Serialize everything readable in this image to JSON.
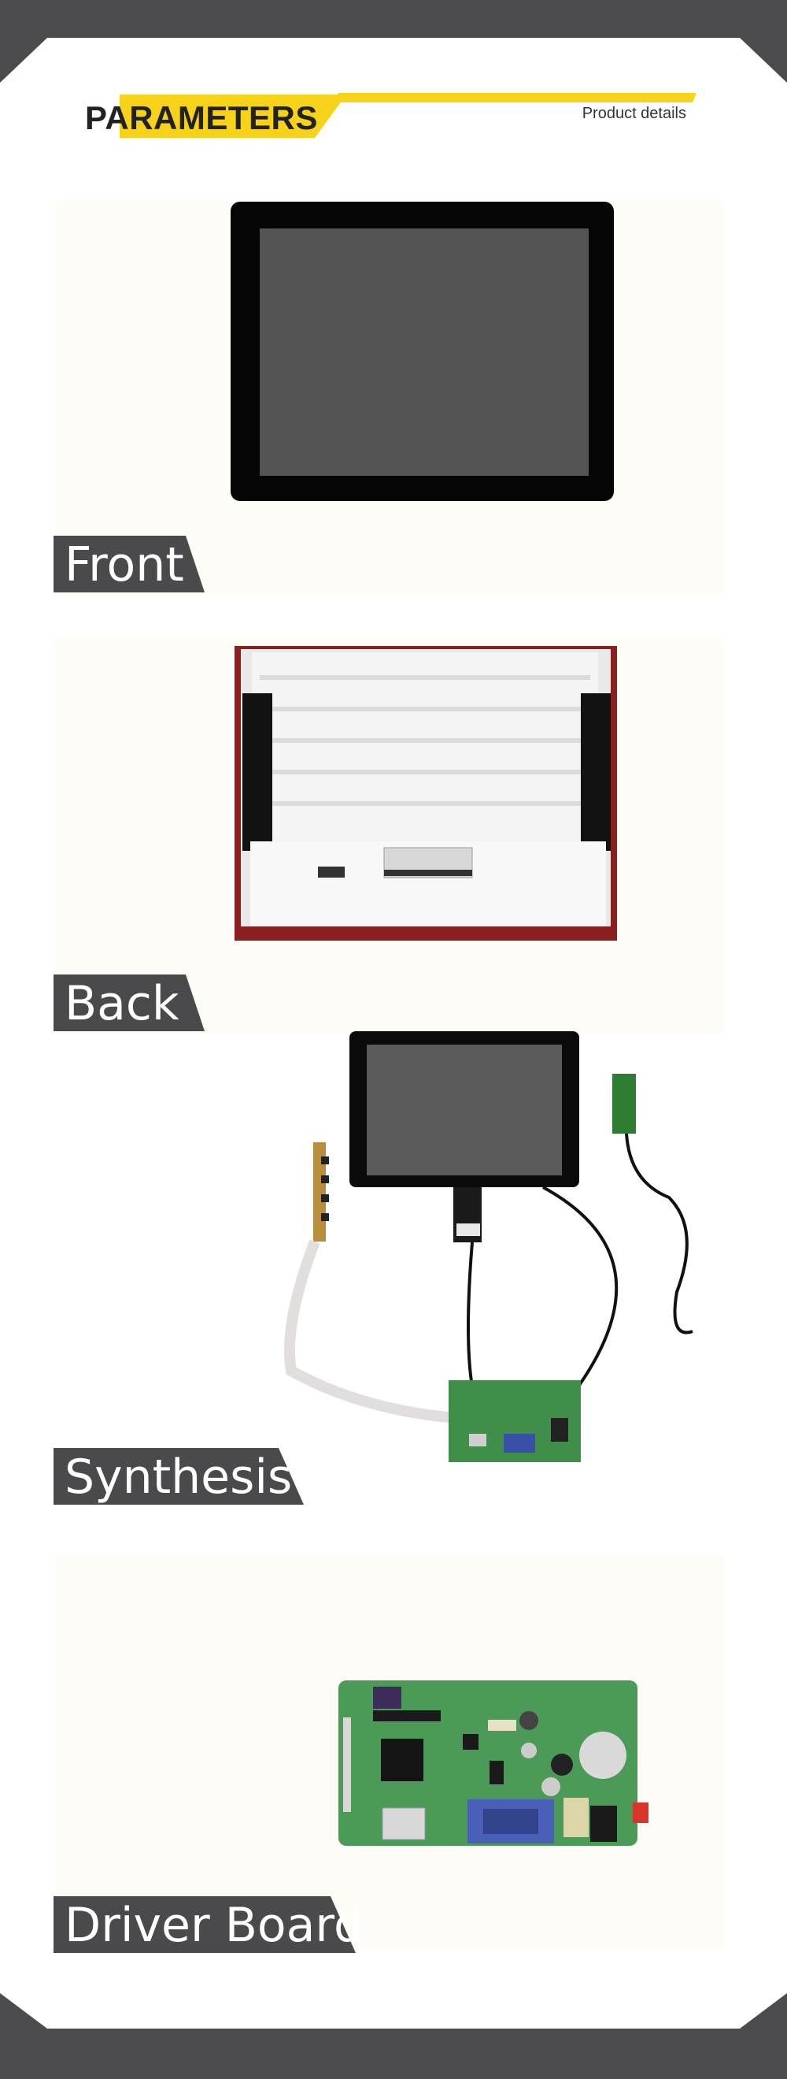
{
  "header": {
    "title": "PARAMETERS",
    "subtitle": "Product details"
  },
  "sections": [
    {
      "label": "Front"
    },
    {
      "label": "Back"
    },
    {
      "label": "Synthesis"
    },
    {
      "label": "Driver Board"
    }
  ],
  "colors": {
    "frame": "#4b4b4d",
    "card": "#ffffff",
    "accent_yellow": "#f7d21a",
    "label_bg": "#4a4a4c",
    "section_bg": "#fdfcf6"
  }
}
